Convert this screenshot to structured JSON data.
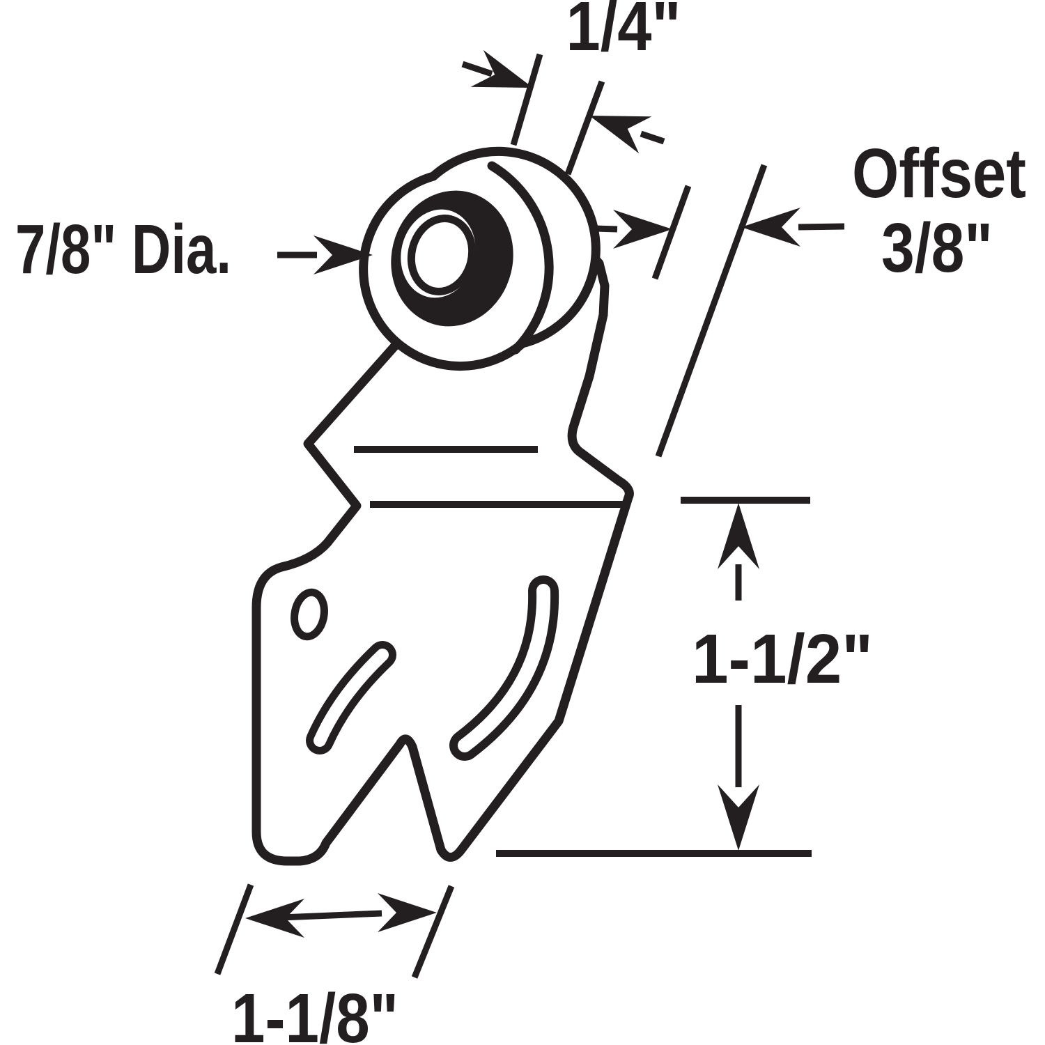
{
  "colors": {
    "ink": "#231f20",
    "background": "#ffffff"
  },
  "dimensions": {
    "wheel_thickness": "1/4\"",
    "offset_label": "Offset",
    "offset_value": "3/8\"",
    "wheel_diameter": "7/8\" Dia.",
    "bracket_height": "1-1/2\"",
    "bracket_width": "1-1/8\""
  }
}
